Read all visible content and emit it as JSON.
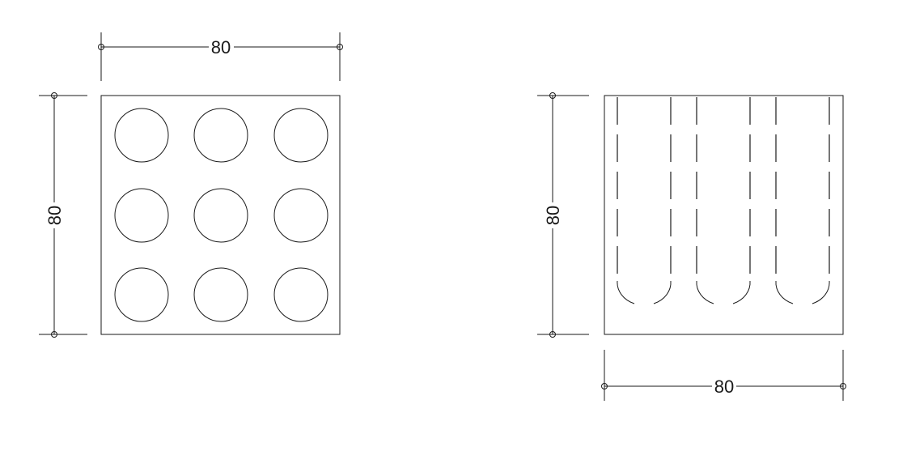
{
  "drawing": {
    "front_view": {
      "width_dimension": "80",
      "height_dimension": "80"
    },
    "side_view": {
      "width_dimension": "80",
      "height_dimension": "80"
    },
    "colors": {
      "line": "#1a1a1a",
      "background": "#ffffff"
    }
  }
}
